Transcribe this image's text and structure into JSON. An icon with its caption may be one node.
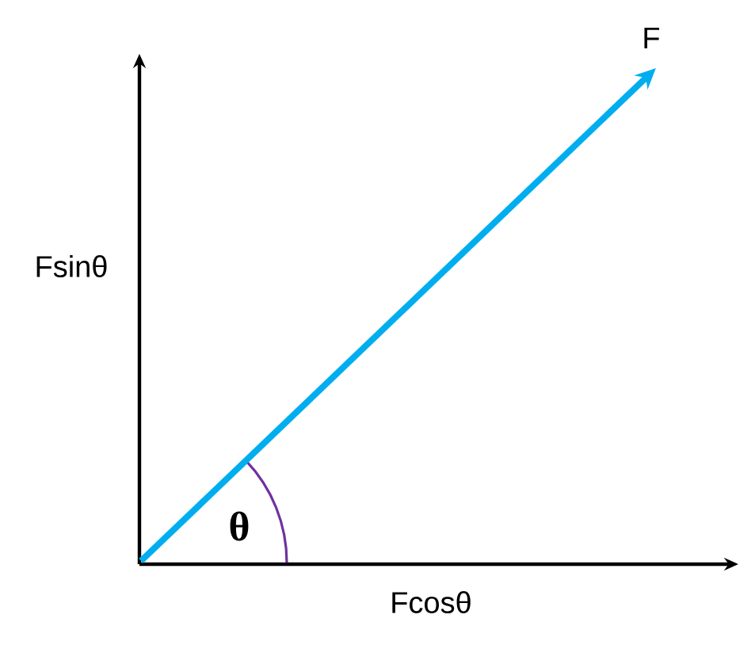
{
  "diagram": {
    "labels": [
      "F",
      "Fsinθ",
      "θ",
      "Fcosθ"
    ]
  }
}
